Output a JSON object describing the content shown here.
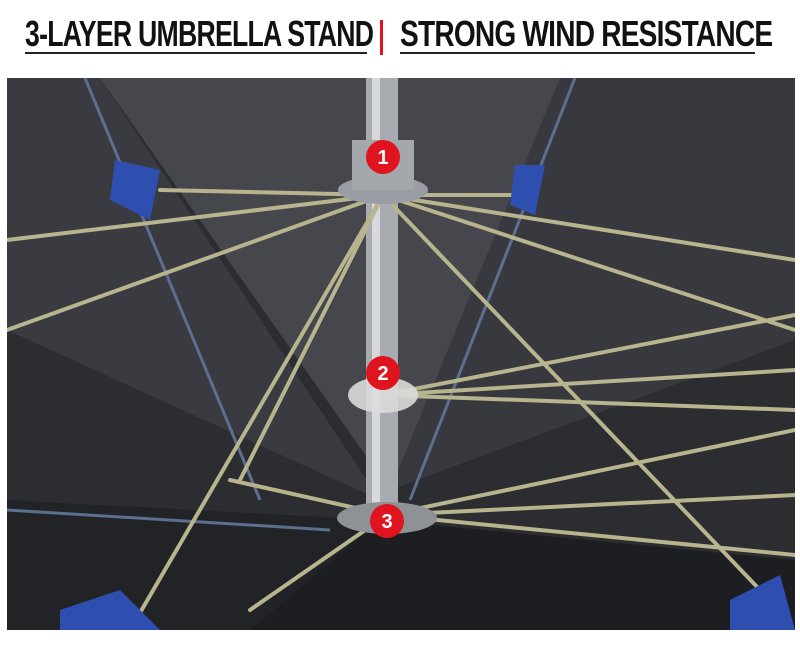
{
  "header": {
    "left_title": "3-LAYER UMBRELLA STAND",
    "right_title": "STRONG WIND RESISTANCE"
  },
  "badges": [
    "1",
    "2",
    "3"
  ],
  "colors": {
    "divider": "#e0141e",
    "badge": "#e0141e",
    "canopy": "#3a3b3f",
    "rib": "#b8b48e",
    "clip": "#2f4fb0"
  }
}
